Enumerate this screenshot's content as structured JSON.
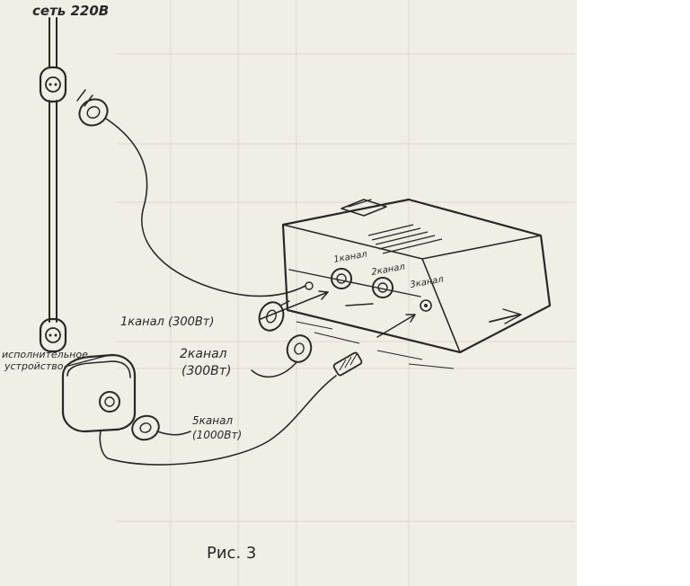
{
  "labels": {
    "mains": "сеть 220В",
    "channel1": "1канал (300Вт)",
    "channel2_line1": "2канал",
    "channel2_line2": "(300Вт)",
    "channel5_line1": "5канал",
    "channel5_line2": "(1000Вт)",
    "actuator_line1": "исполнительное",
    "actuator_line2": "устройство",
    "panel_ch1": "1канал",
    "panel_ch2": "2канал",
    "panel_ch3": "3канал"
  },
  "caption": "Рис. 3",
  "colors": {
    "ink": "#2a2826",
    "paper": "#f1eee6",
    "ghost": "#ddd8cc"
  }
}
